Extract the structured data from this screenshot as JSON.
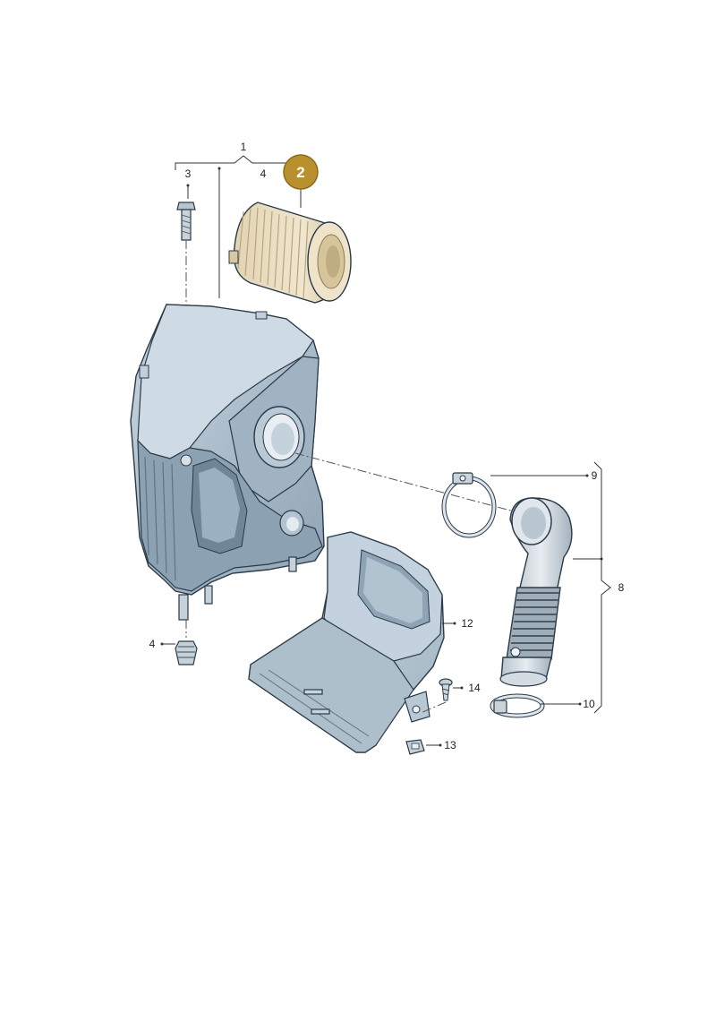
{
  "colors": {
    "housing": "#a9bccb",
    "housing_dark": "#7d93a5",
    "housing_light": "#c9d7e2",
    "filter": "#e8dcc0",
    "filter_rib": "#c9b894",
    "badge": "#b8902e",
    "hose": "#cfd8df",
    "hose_dark": "#9aa8b3"
  },
  "icons": [
    "bolt-icon",
    "clip-nut-icon",
    "grommet-icon",
    "hose-clamp-icon"
  ],
  "callouts": {
    "c1": "1",
    "c2": "2",
    "c3": "3",
    "c4_top": "4",
    "c4_bottom": "4",
    "c8": "8",
    "c9": "9",
    "c10": "10",
    "c12": "12",
    "c13": "13",
    "c14": "14"
  }
}
